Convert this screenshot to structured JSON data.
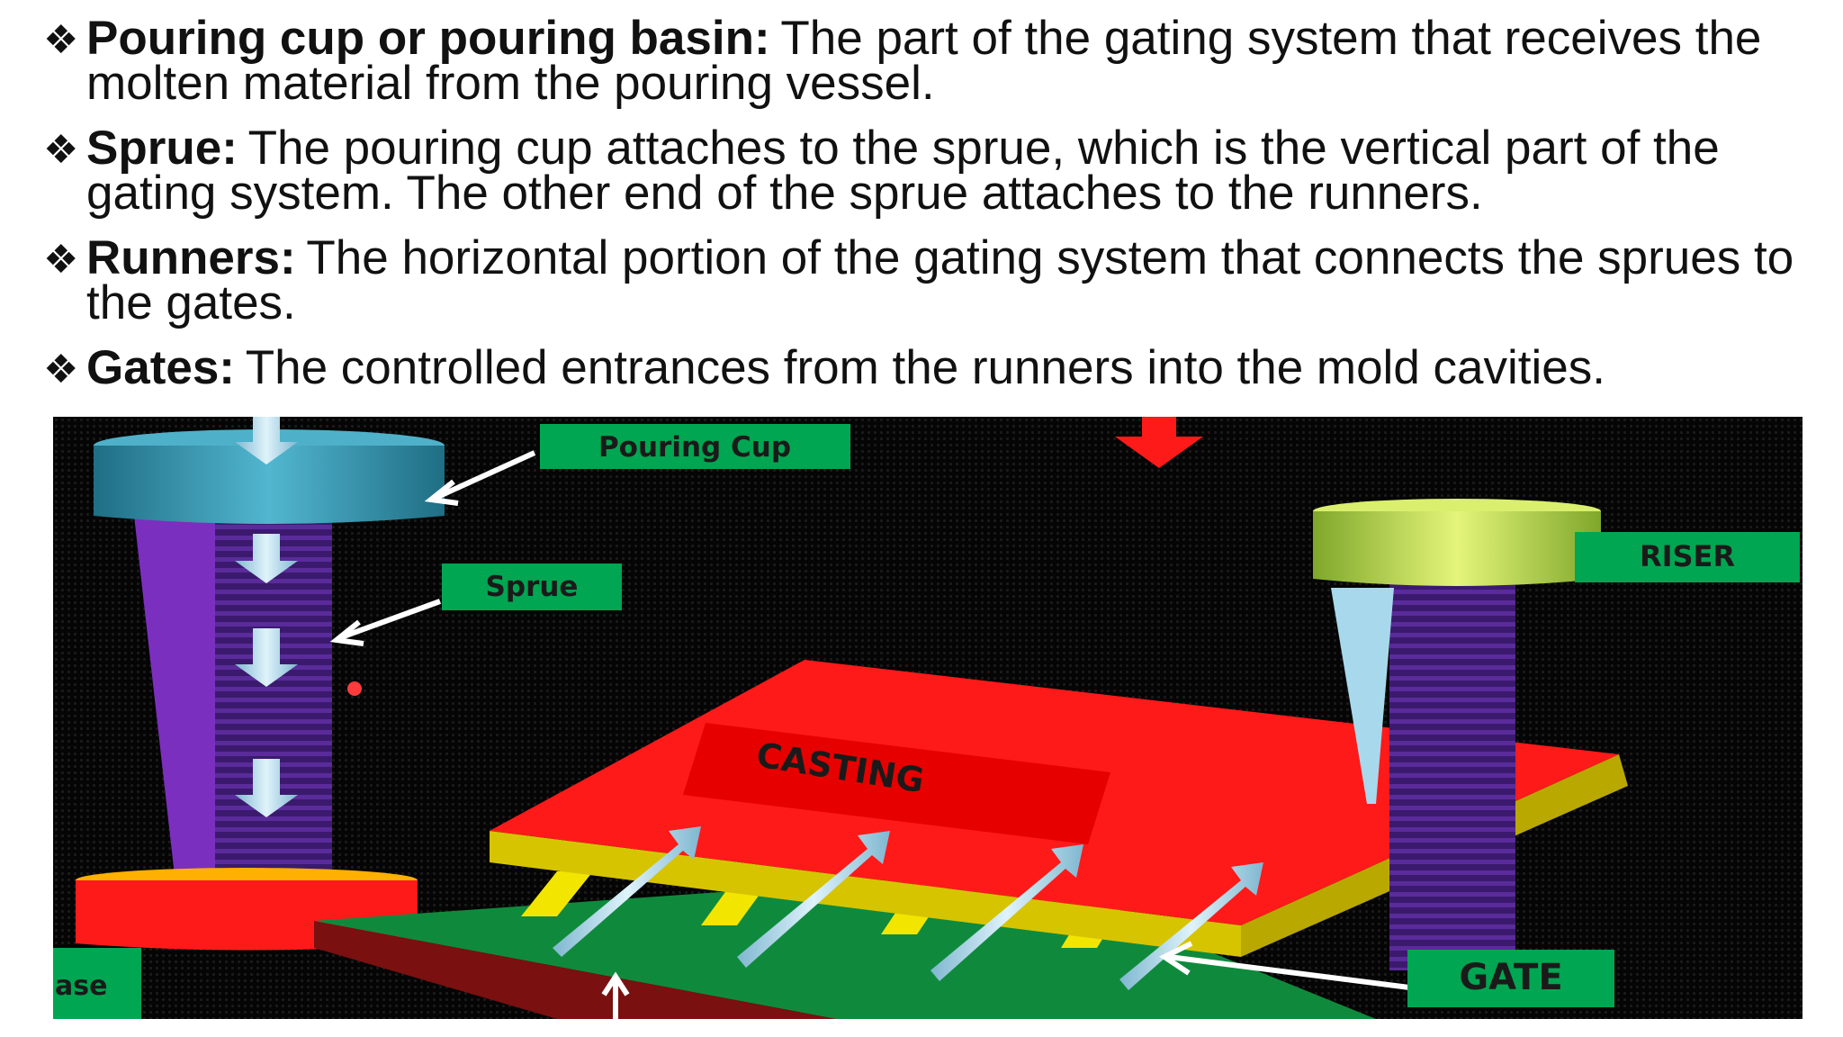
{
  "bullets": [
    {
      "marker": "❖",
      "term": "Pouring cup or pouring basin:",
      "text": " The part of the gating system that receives the molten material from the pouring vessel."
    },
    {
      "marker": "❖",
      "term": "Sprue:",
      "text": " The pouring cup attaches to the sprue, which is the vertical part of the gating system. The other end of the sprue attaches to the runners."
    },
    {
      "marker": "❖",
      "term": "Runners:",
      "text": " The horizontal portion of the gating system that connects the sprues to the gates."
    },
    {
      "marker": "❖",
      "term": "Gates:",
      "text": " The controlled entrances from the runners into the mold cavities."
    }
  ],
  "diagram": {
    "labels": {
      "pouring_cup": "Pouring Cup",
      "sprue": "Sprue",
      "riser": "RISER",
      "casting": "CASTING",
      "gate": "GATE",
      "base_partial": "ase"
    },
    "colors": {
      "label_bg": "#00a651",
      "casting": "#ff1a1a",
      "runner": "#0f8a3c",
      "sprue": "#7b2fbf",
      "gate_stripe": "#f2e600",
      "cup": "#2d8fa8",
      "riser_cap": "#b9e04a"
    }
  }
}
